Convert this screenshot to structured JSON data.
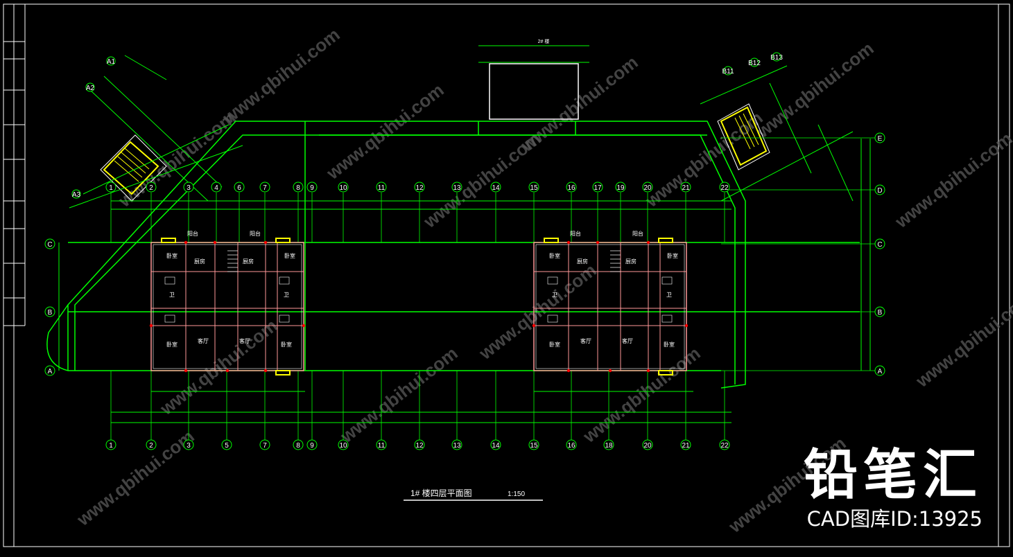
{
  "drawing": {
    "title": "1# 楼四层平面图",
    "scale": "1:150",
    "annex_label": "2# 楼"
  },
  "axes": {
    "bottom": [
      "1",
      "2",
      "3",
      "5",
      "7",
      "8",
      "9",
      "10",
      "11",
      "12",
      "13",
      "14",
      "15",
      "16",
      "18",
      "20",
      "21",
      "22"
    ],
    "top": [
      "1",
      "2",
      "3",
      "4",
      "6",
      "7",
      "8",
      "9",
      "10",
      "11",
      "12",
      "13",
      "14",
      "15",
      "16",
      "17",
      "19",
      "20",
      "21",
      "22"
    ],
    "left_rows": [
      "C",
      "B",
      "A"
    ],
    "right_rows": [
      "E",
      "D",
      "C",
      "B",
      "A"
    ],
    "ne_wing": [
      "B11",
      "B12",
      "B13"
    ],
    "nw_wing": [
      "A1",
      "A2",
      "A3"
    ]
  },
  "room_labels": [
    "卧室",
    "卧室",
    "阳台",
    "阳台",
    "厨房",
    "厨房",
    "卫",
    "卫",
    "客厅",
    "客厅",
    "卧室",
    "卧室"
  ],
  "watermark": {
    "site": "www.qbihui.com",
    "brand": "铅笔汇",
    "id_text": "CAD图库ID:13925"
  },
  "colors": {
    "background": "#000000",
    "frame": "#ffffff",
    "axis": "#00ff00",
    "walls": "#ff9999",
    "text": "#ffffff",
    "stair": "#ffff00",
    "door_mark": "#ff0000",
    "watermark": "#5a5a5a"
  }
}
